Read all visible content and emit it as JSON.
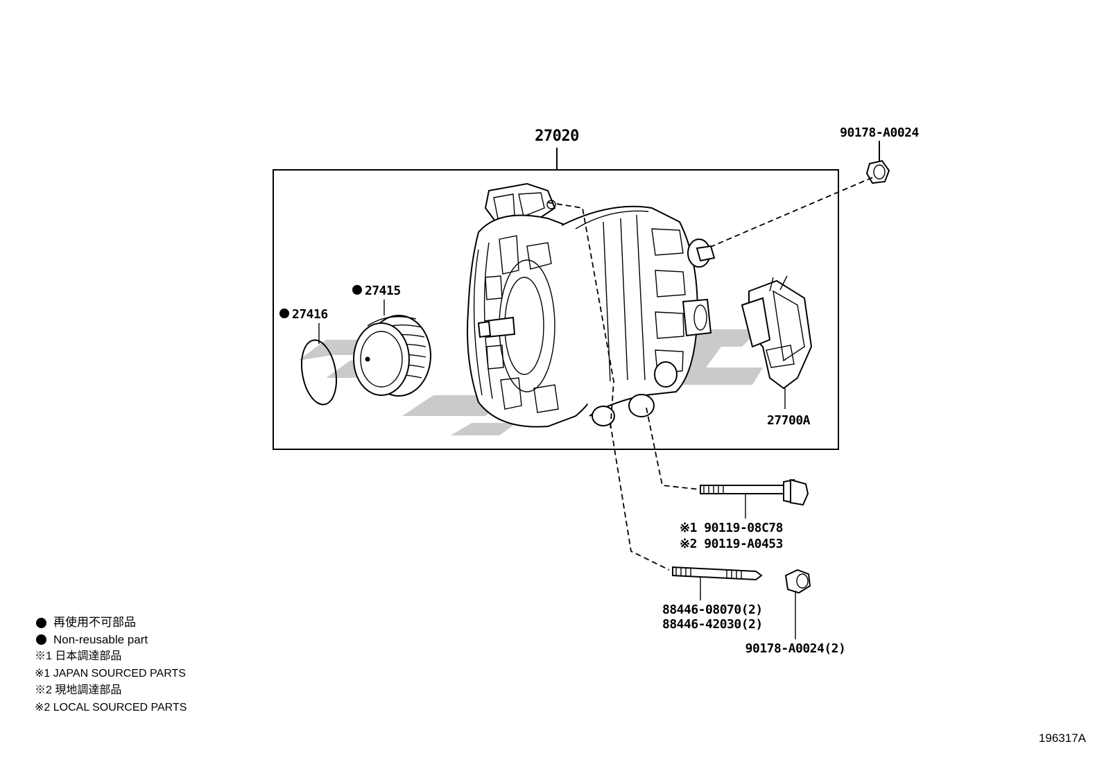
{
  "diagram": {
    "parts": {
      "p27020": "27020",
      "p90178_top": "90178-A0024",
      "p27415": "27415",
      "p27416": "27416",
      "p27700A": "27700A",
      "p90119_a": "※1 90119-08C78",
      "p90119_b": "※2 90119-A0453",
      "p88446_a": "88446-08070(2)",
      "p88446_b": "88446-42030(2)",
      "p90178_bottom": "90178-A0024(2)"
    },
    "figure_id": "196317A"
  },
  "legend": {
    "items": [
      {
        "marker": "bullet",
        "text": "再使用不可部品"
      },
      {
        "marker": "bullet",
        "text": "Non-reusable part"
      },
      {
        "marker": "",
        "text": "※1 日本調達部品"
      },
      {
        "marker": "",
        "text": "※1 JAPAN SOURCED PARTS"
      },
      {
        "marker": "",
        "text": "※2 現地調達部品"
      },
      {
        "marker": "",
        "text": "※2 LOCAL SOURCED PARTS"
      }
    ]
  },
  "colors": {
    "line": "#000000",
    "watermark": "#c8c8c8",
    "background": "#ffffff"
  }
}
